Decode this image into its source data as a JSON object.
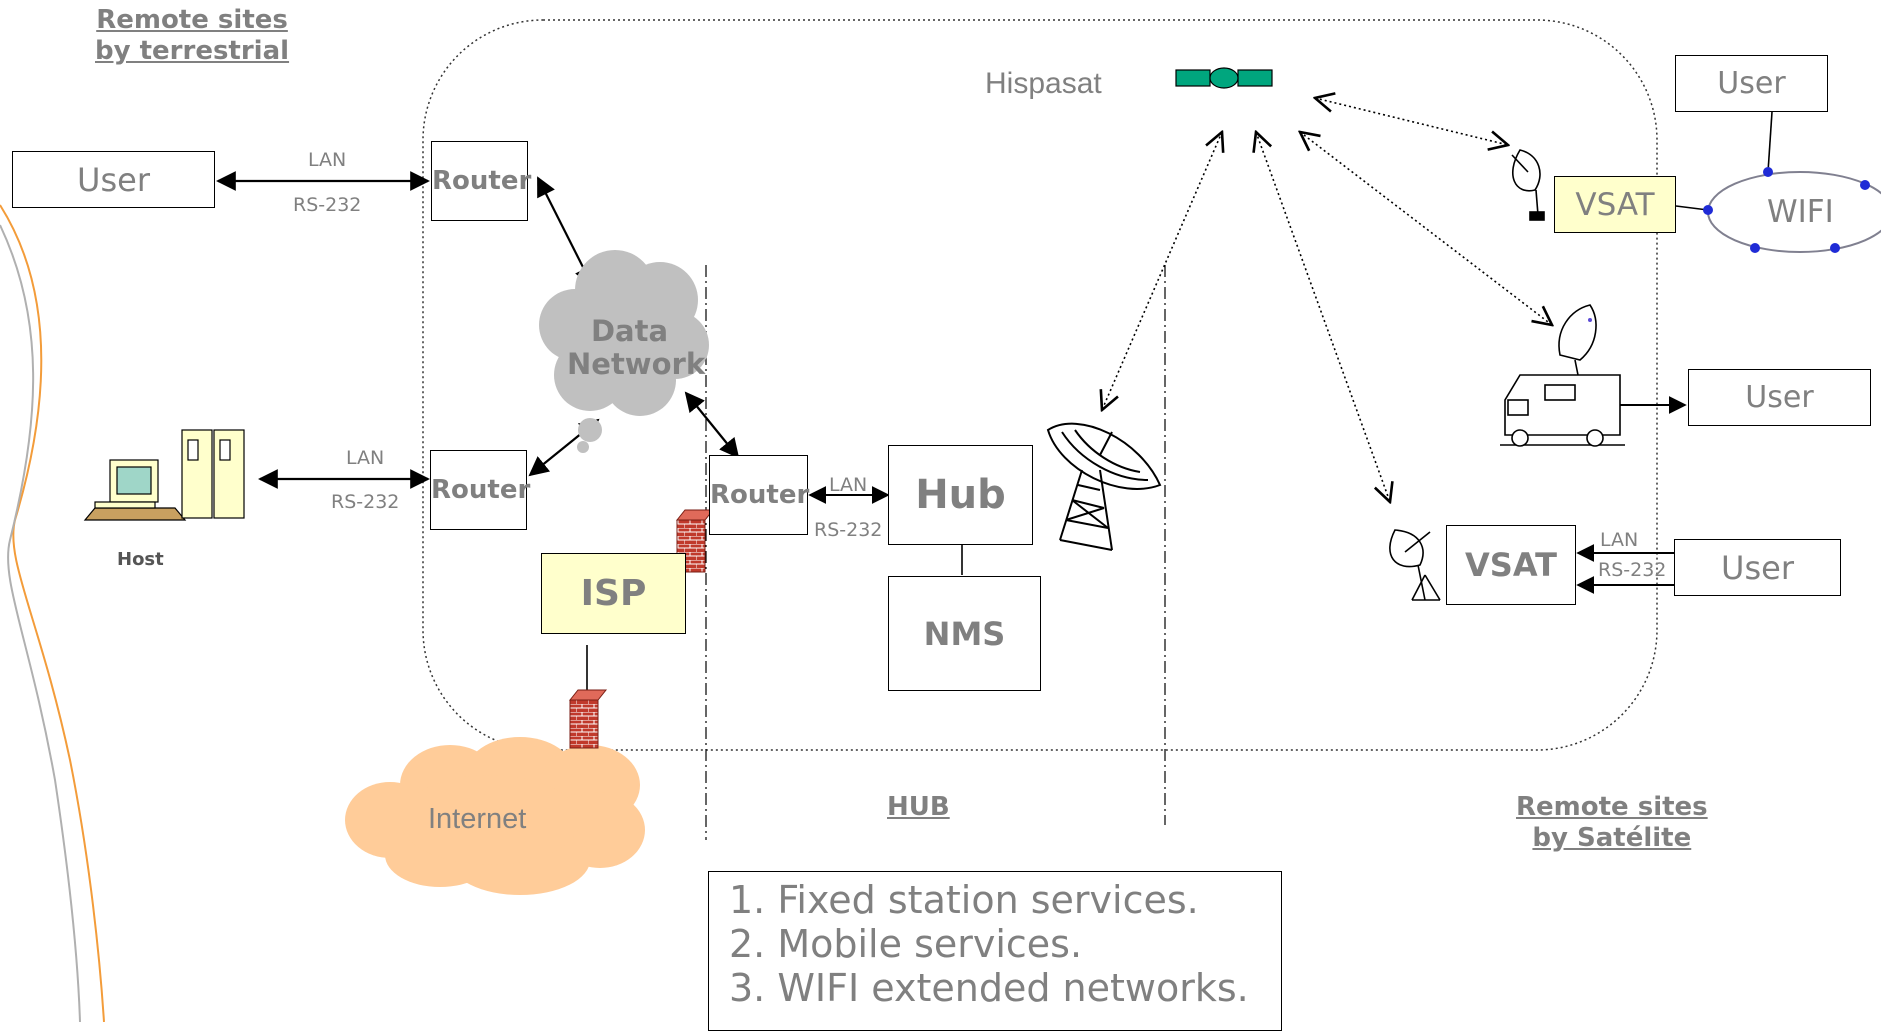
{
  "sections": {
    "terrestrial": [
      "Remote sites ",
      "by terrestrial"
    ],
    "hub": "HUB",
    "satellite": [
      "Remote sites ",
      "by Satélite"
    ]
  },
  "nodes": {
    "user_terrestrial": "User",
    "router_top": "Router",
    "router_mid": "Router",
    "router_hub": "Router",
    "data_network": [
      "Data",
      "Network"
    ],
    "isp": "ISP",
    "internet": "Internet",
    "host": "Host",
    "hub": "Hub",
    "nms": "NMS",
    "satellite": "Hispasat",
    "user_wifi": "User",
    "vsat_wifi": "VSAT",
    "wifi": "WIFI",
    "user_mobile": "User",
    "vsat_fixed": "VSAT",
    "user_fixed": "User"
  },
  "links": {
    "user_router_top": {
      "top": "LAN",
      "bottom": "RS-232"
    },
    "host_router_mid": {
      "top": "LAN",
      "bottom": "RS-232"
    },
    "router_hub": {
      "top": "LAN",
      "bottom": "RS-232"
    },
    "vsat_user": {
      "top": "LAN",
      "bottom": "RS-232"
    }
  },
  "legend": [
    "1. Fixed station services.",
    "2. Mobile services.",
    "3. WIFI extended networks."
  ],
  "colors": {
    "cloud_gray": "#c0c0c0",
    "cloud_orange": "#ffcc99",
    "yellow_box": "#ffffcc",
    "satellite_green": "#00a67e",
    "firewall_red": "#c0392b",
    "wifi_node": "#1f2bd6",
    "curve_orange": "#f39c3a"
  }
}
